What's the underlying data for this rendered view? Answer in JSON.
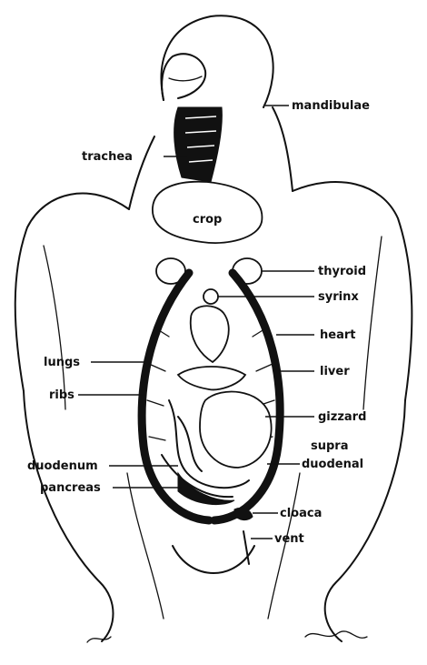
{
  "labels": {
    "mandibulae": "mandibulae",
    "trachea": "trachea",
    "crop": "crop",
    "thyroid": "thyroid",
    "syrinx": "syrinx",
    "heart": "heart",
    "lungs": "lungs",
    "liver": "liver",
    "ribs": "ribs",
    "gizzard": "gizzard",
    "supra": "supra",
    "duodenal": "duodenal",
    "duodenum": "duodenum",
    "pancreas": "pancreas",
    "cloaca": "cloaca",
    "vent": "vent"
  }
}
